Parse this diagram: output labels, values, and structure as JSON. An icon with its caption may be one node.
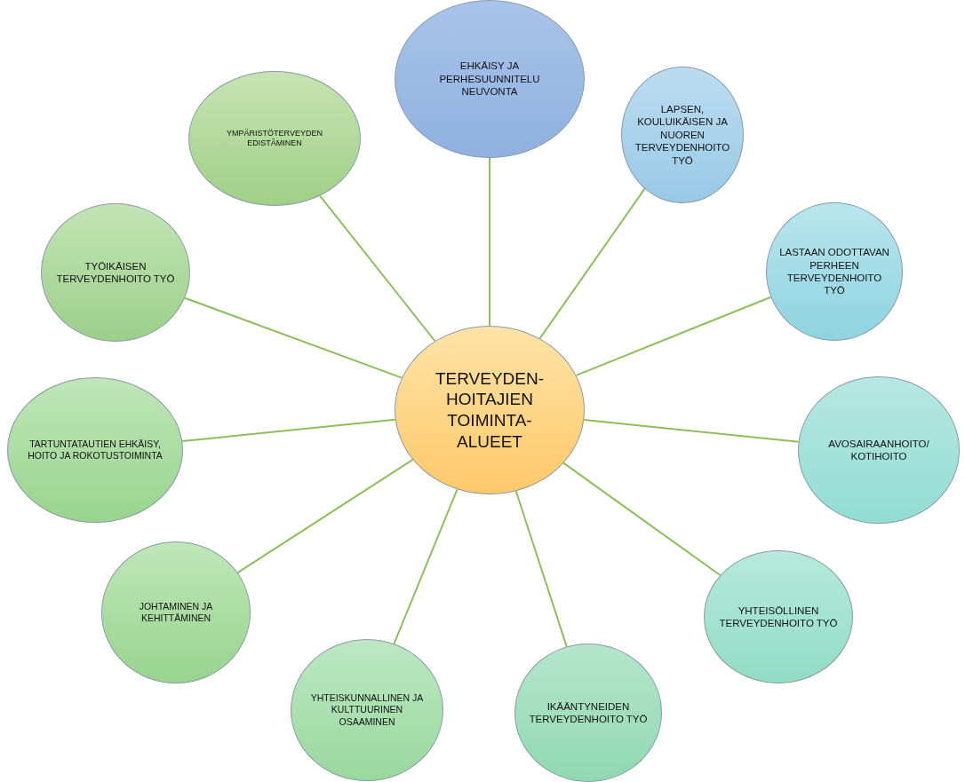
{
  "diagram": {
    "nodes": [
      {
        "text": [
          "TERVEYDEN- HOITAJIEN TOIMINTA- ALUEET"
        ]
      },
      {
        "text": [
          "EHKÄISY JA PERHESUUNNITELU NEUVONTA"
        ]
      },
      {
        "text": [
          "LAPSEN, KOULUIKÄISEN JA NUOREN TERVEYDENHOITO TYÖ"
        ]
      },
      {
        "text": [
          "LASTAAN ODOTTAVAN PERHEEN TERVEYDENHOITO TYÖ"
        ]
      },
      {
        "text": [
          "AVOSAIRAANHOITO/ KOTIHOITO"
        ]
      },
      {
        "text": [
          "YHTEISÖLLINEN TERVEYDENHOITO TYÖ"
        ]
      },
      {
        "text": [
          "IKÄÄNTYNEIDEN TERVEYDENHOITO TYÖ"
        ]
      },
      {
        "text": [
          "YHTEISKUNNALLINEN JA KULTTUURINEN OSAAMINEN"
        ]
      },
      {
        "text": [
          "JOHTAMINEN JA KEHITTÄMINEN"
        ]
      },
      {
        "text": [
          "TARTUNTATAUTIEN EHKÄISY, HOITO JA ROKOTUSTOIMINTA"
        ]
      },
      {
        "text": [
          "TYÖIKÄISEN TERVEYDENHOITO TYÖ"
        ]
      },
      {
        "text": [
          "YMPÄRISTÖTERVEYDEN EDISTÄMINEN"
        ]
      }
    ],
    "edges": [
      {
        "from": 0,
        "to": 1,
        "arrow": "none"
      },
      {
        "from": 0,
        "to": 2,
        "arrow": "none"
      },
      {
        "from": 0,
        "to": 3,
        "arrow": "none"
      },
      {
        "from": 0,
        "to": 4,
        "arrow": "none"
      },
      {
        "from": 0,
        "to": 5,
        "arrow": "none"
      },
      {
        "from": 0,
        "to": 6,
        "arrow": "none"
      },
      {
        "from": 0,
        "to": 7,
        "arrow": "none"
      },
      {
        "from": 0,
        "to": 8,
        "arrow": "none"
      },
      {
        "from": 0,
        "to": 9,
        "arrow": "none"
      },
      {
        "from": 0,
        "to": 10,
        "arrow": "none"
      },
      {
        "from": 0,
        "to": 11,
        "arrow": "none"
      }
    ]
  }
}
